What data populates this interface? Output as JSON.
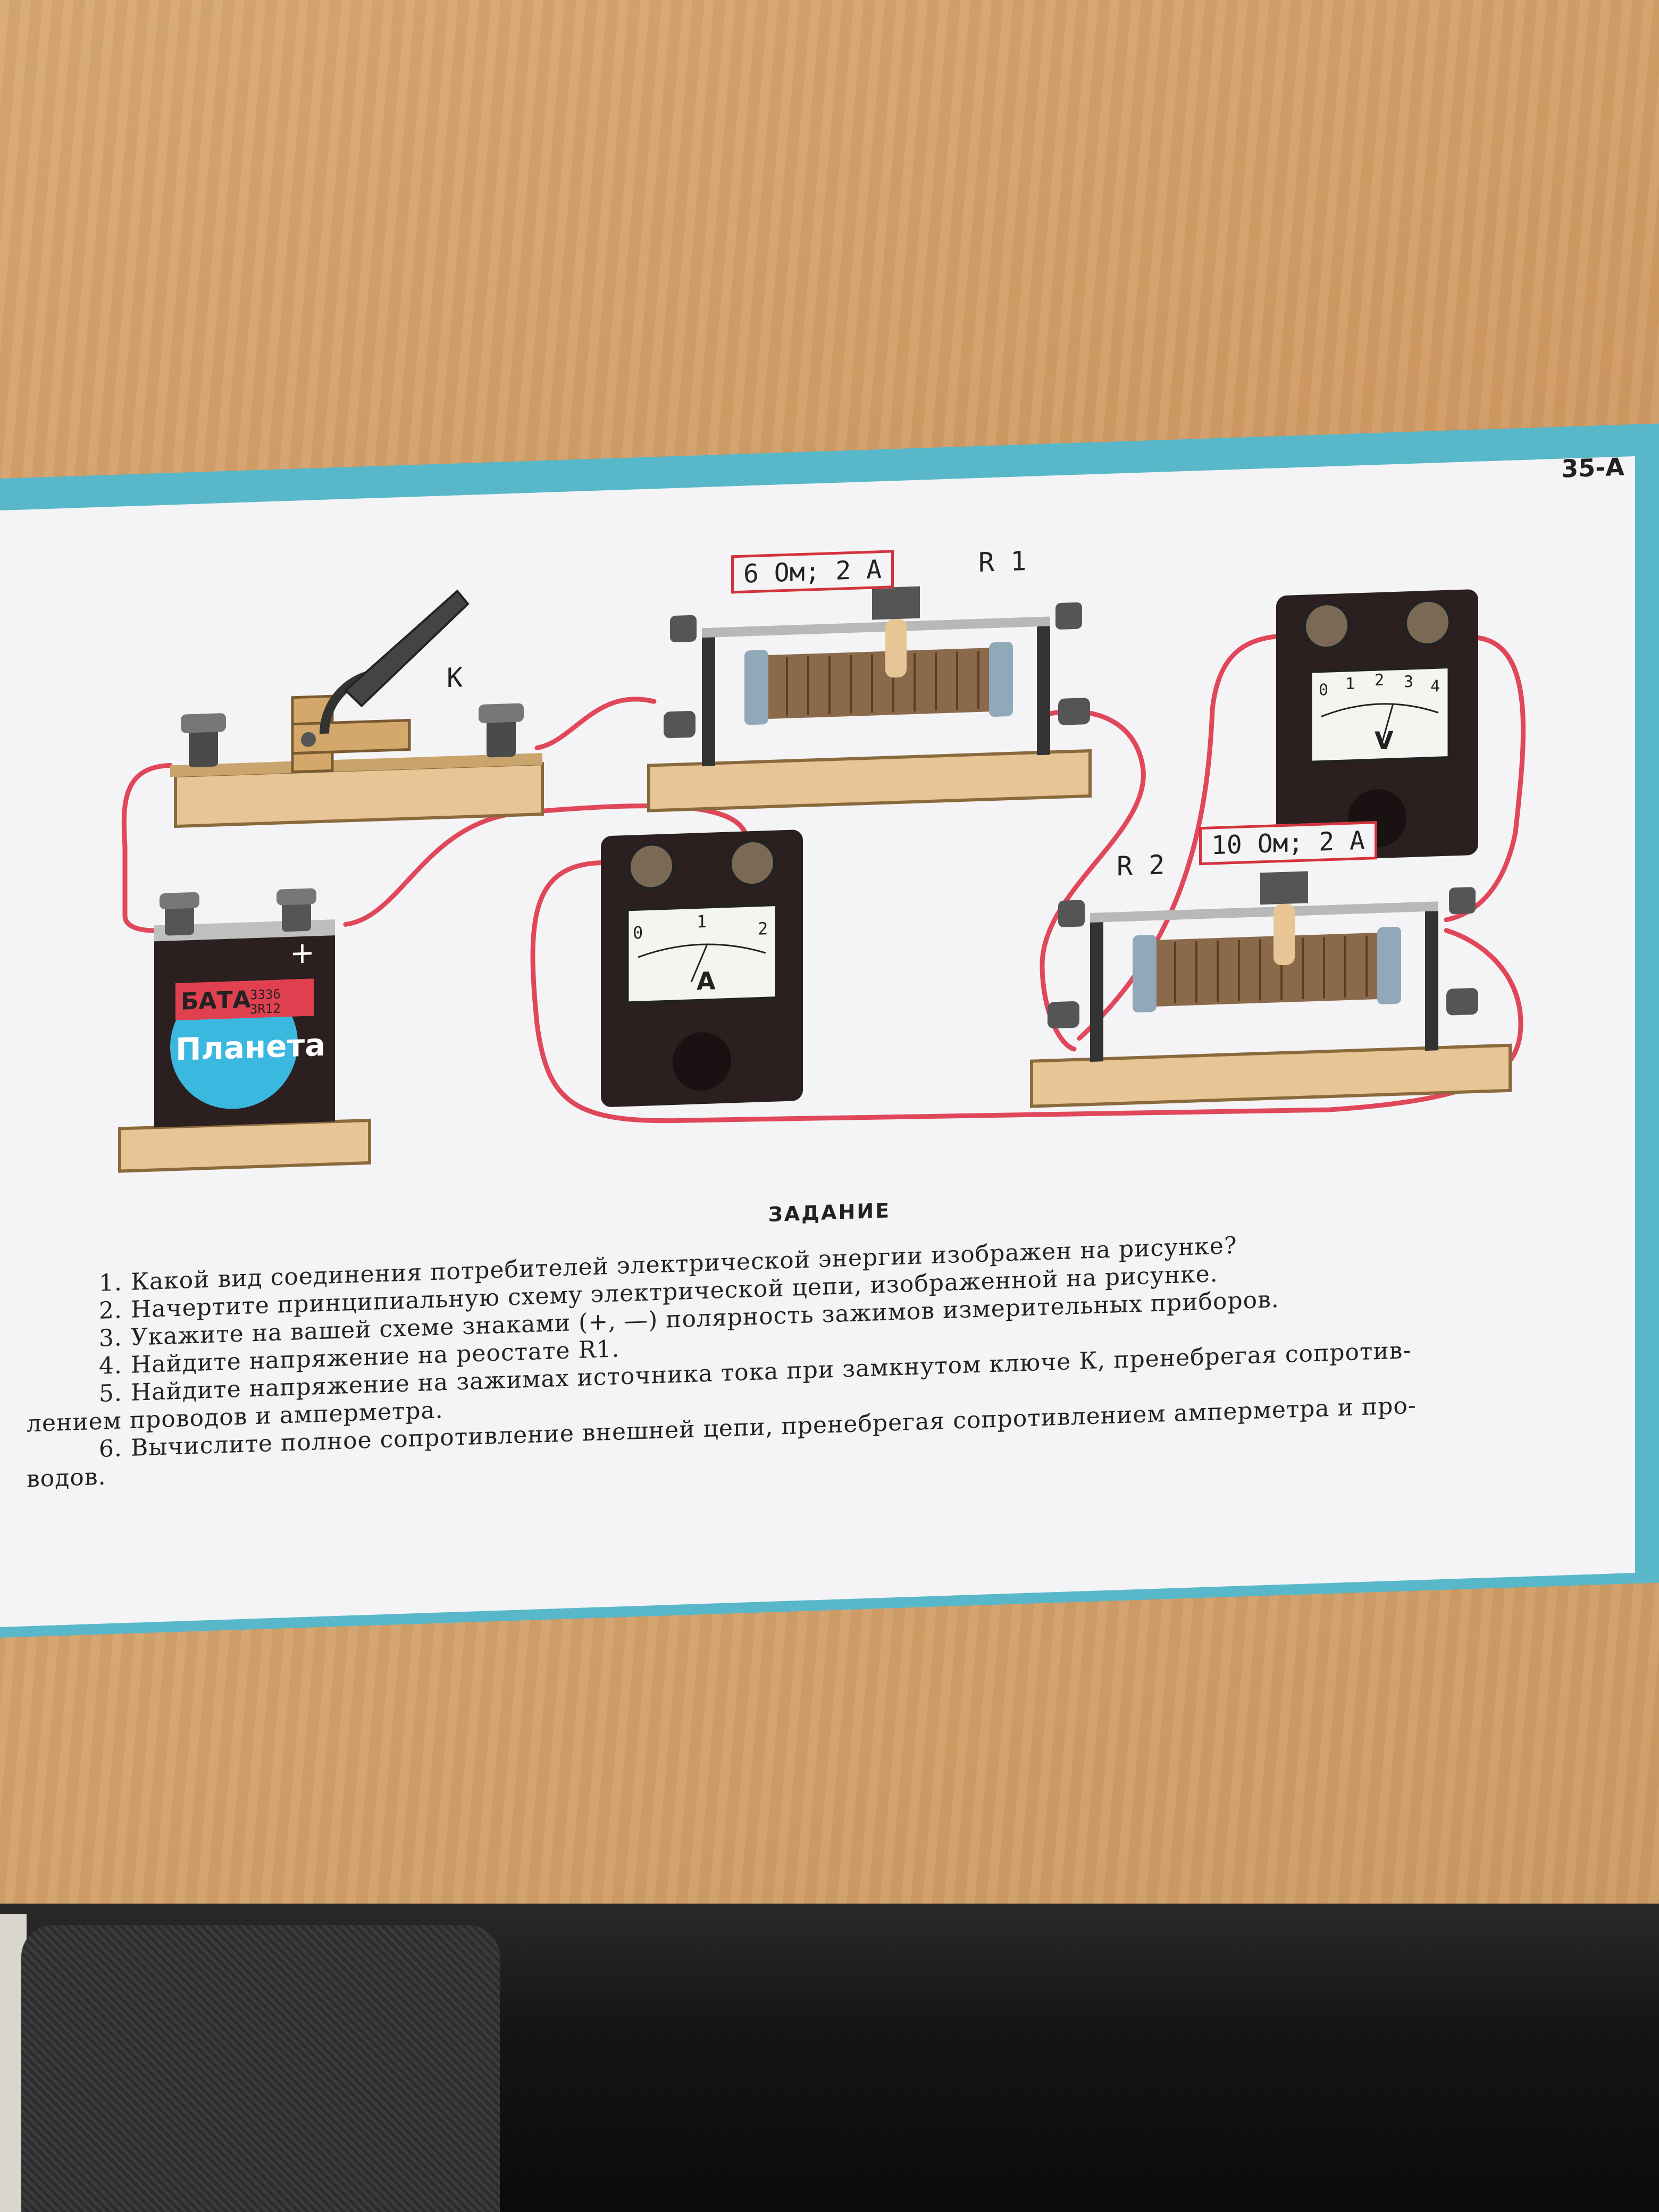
{
  "page_number": "35-А",
  "figure": {
    "switch_label": "К",
    "rheostat1": {
      "rating": "6 Ом; 2 А",
      "name": "R 1"
    },
    "rheostat2": {
      "rating": "10 Ом; 2 А",
      "name": "R 2"
    },
    "ammeter": {
      "scale": [
        "0",
        "1",
        "2"
      ],
      "unit": "А"
    },
    "voltmeter": {
      "scale": [
        "0",
        "1",
        "2",
        "3",
        "4"
      ],
      "unit": "V"
    },
    "battery": {
      "brand_top": "БАТА",
      "code1": "3336",
      "code2": "3R12",
      "brand": "Планета",
      "plus": "+"
    }
  },
  "task": {
    "title": "ЗАДАНИЕ",
    "items": [
      {
        "num": "1.",
        "text": "Какой вид соединения потребителей электрической энергии изображен на рисунке?"
      },
      {
        "num": "2.",
        "text": "Начертите принципиальную схему электрической цепи, изображенной на рисунке."
      },
      {
        "num": "3.",
        "text": "Укажите на вашей схеме знаками (+, —) полярность зажимов измерительных приборов."
      },
      {
        "num": "4.",
        "text": "Найдите напряжение на реостате R1."
      },
      {
        "num": "5.",
        "text": "Найдите напряжение на зажимах источника тока при замкнутом ключе К, пренебрегая сопротив-"
      },
      {
        "num": "",
        "text": "лением проводов и амперметра."
      },
      {
        "num": "6.",
        "text": "Вычислите полное сопротивление внешней цепи, пренебрегая сопротивлением амперметра и про-"
      },
      {
        "num": "",
        "text": "водов."
      }
    ]
  },
  "colors": {
    "wire": "#e0475a",
    "card": "#f4f4f6",
    "wood": "#e8c595",
    "device": "#2b1f1f",
    "edge": "#58b7c9"
  }
}
